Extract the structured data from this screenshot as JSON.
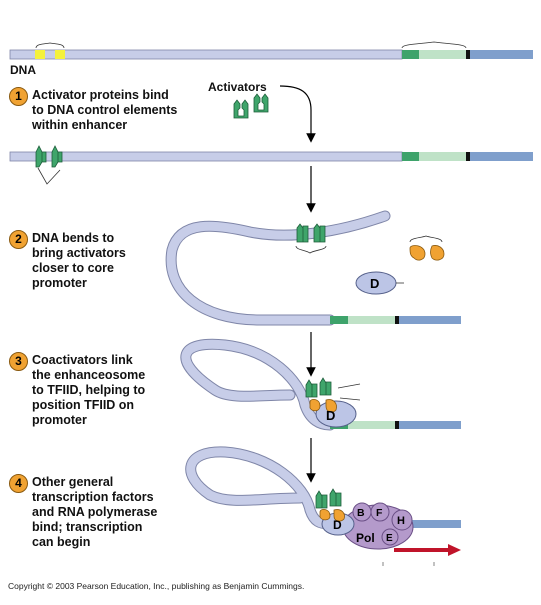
{
  "labels": {
    "dna": "DNA",
    "activators": "Activators"
  },
  "steps": [
    {
      "number": "1",
      "text": "Activator proteins bind\nto DNA control elements\nwithin enhancer"
    },
    {
      "number": "2",
      "text": "DNA bends to\nbring activators\ncloser to core\npromoter"
    },
    {
      "number": "3",
      "text": "Coactivators link\nthe enhanceosome\nto TFIID, helping to\nposition TFIID on\npromoter"
    },
    {
      "number": "4",
      "text": "Other general\ntranscription factors\nand RNA polymerase\nbind; transcription\ncan begin"
    }
  ],
  "factors": {
    "tfiid": "D",
    "tfiib": "B",
    "tfiif": "F",
    "tfiih": "H",
    "tfiie": "E",
    "polymerase": "Pol"
  },
  "copyright": "Copyright © 2003 Pearson Education, Inc., publishing as Benjamin Cummings.",
  "colors": {
    "dna": "#c7cde8",
    "promoter_dark": "#3ea36b",
    "promoter_light": "#bfe2c7",
    "gene": "#7f9fcc",
    "activator": "#3fa56b",
    "enhancer": "#f4f13a",
    "coactivator": "#f0a232",
    "tfiid": "#bcc5e6",
    "polymerase": "#b49acb",
    "arrow": "#c0142a",
    "step_badge": "#f0a232"
  }
}
